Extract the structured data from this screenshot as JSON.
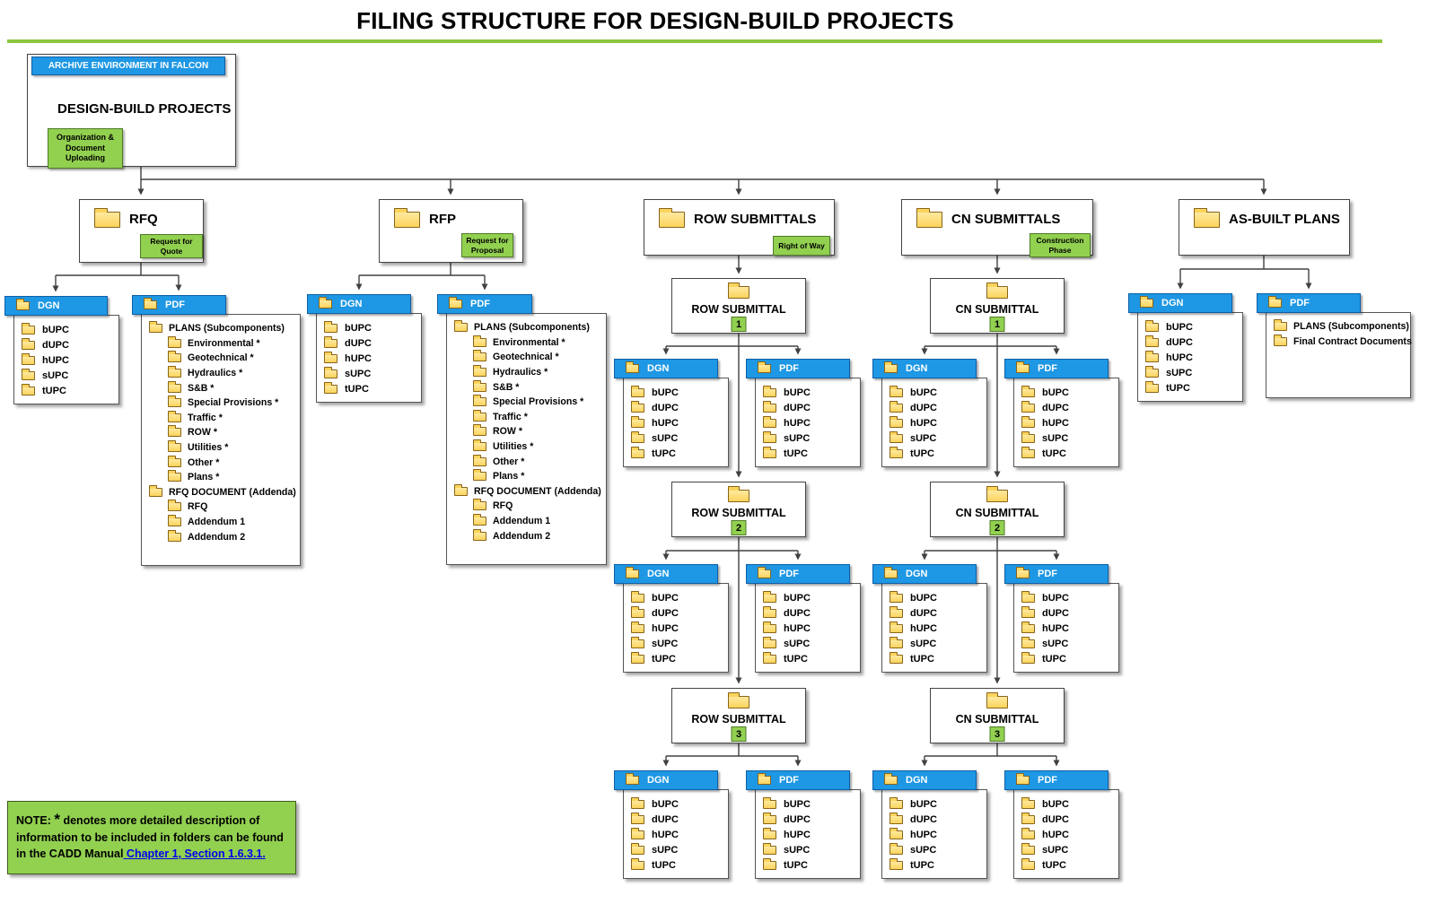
{
  "page": {
    "title": "FILING STRUCTURE FOR DESIGN-BUILD PROJECTS"
  },
  "colors": {
    "header_blue": "#1E97E4",
    "header_blue_border": "#0E5FA6",
    "tag_green": "#92D050",
    "tag_green_border": "#4F7A28",
    "rule_green": "#8DC63F",
    "folder_yellow": "#FBD45C",
    "folder_border": "#8A6419",
    "line_gray": "#404040",
    "link_blue": "#0000EE"
  },
  "root": {
    "banner": "ARCHIVE ENVIRONMENT IN FALCON",
    "name": "DESIGN-BUILD PROJECTS",
    "tag": "Organization & Document Uploading"
  },
  "branches": [
    {
      "title": "RFQ",
      "tag": "Request for Quote"
    },
    {
      "title": "RFP",
      "tag": "Request for Proposal"
    },
    {
      "title": "ROW SUBMITTALS",
      "tag": "Right of Way"
    },
    {
      "title": "CN SUBMITTALS",
      "tag": "Construction Phase"
    },
    {
      "title": "AS-BUILT PLANS"
    }
  ],
  "labels": {
    "dgn": "DGN",
    "pdf": "PDF"
  },
  "upc_items": [
    "bUPC",
    "dUPC",
    "hUPC",
    "sUPC",
    "tUPC"
  ],
  "plans_group": {
    "header": "PLANS (Subcomponents)",
    "items": [
      "Environmental *",
      "Geotechnical *",
      "Hydraulics *",
      "S&B *",
      "Special Provisions *",
      "Traffic *",
      "ROW *",
      "Utilities *",
      "Other *",
      "Plans *"
    ]
  },
  "rfq_doc_group": {
    "header": "RFQ DOCUMENT (Addenda)",
    "items": [
      "RFQ",
      "Addendum 1",
      "Addendum 2"
    ]
  },
  "row_submittals": [
    {
      "title": "ROW SUBMITTAL",
      "number": "1"
    },
    {
      "title": "ROW SUBMITTAL",
      "number": "2"
    },
    {
      "title": "ROW SUBMITTAL",
      "number": "3"
    }
  ],
  "cn_submittals": [
    {
      "title": "CN SUBMITTAL",
      "number": "1"
    },
    {
      "title": "CN SUBMITTAL",
      "number": "2"
    },
    {
      "title": "CN SUBMITTAL",
      "number": "3"
    }
  ],
  "asbuilt_pdf_items": [
    "PLANS (Subcomponents)",
    "Final Contract Documents"
  ],
  "note": {
    "label": "NOTE:",
    "star": "*",
    "text": " denotes more detailed description of information to be included in folders can be found in the CADD Manual",
    "link": " Chapter 1, Section 1.6.3.1."
  }
}
